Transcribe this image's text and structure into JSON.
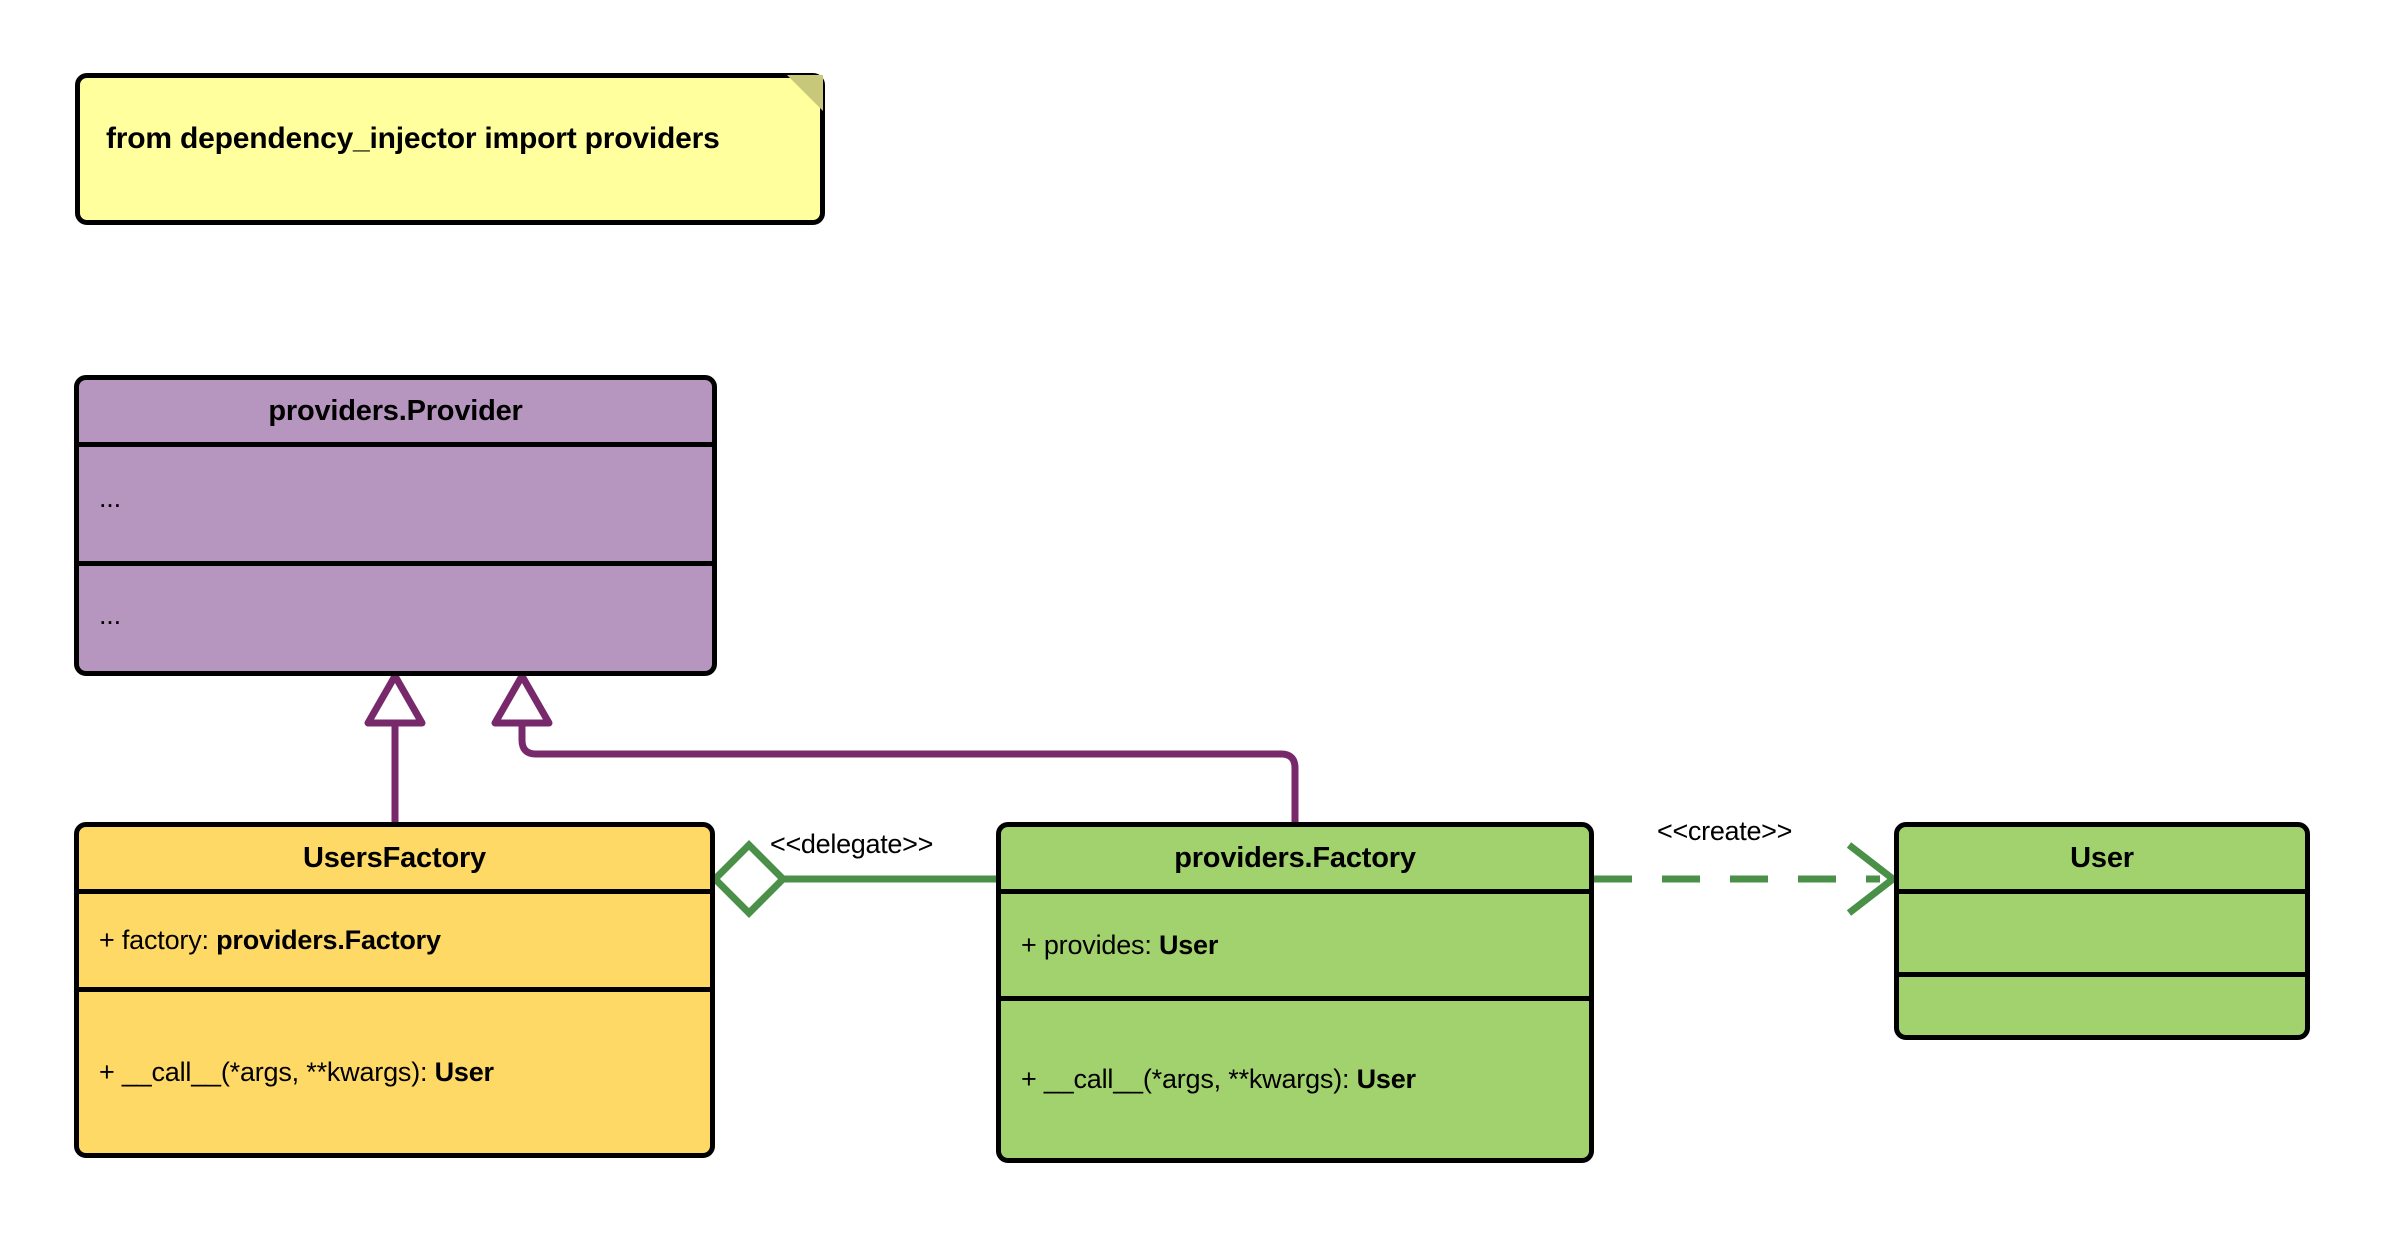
{
  "diagram": {
    "type": "uml-class-diagram",
    "title": "UsersFactory delegation to providers.Factory",
    "background": "#ffffff",
    "colors": {
      "note_fill": "#FFFF9E",
      "note_fold": "#C8C87A",
      "provider_fill": "#B695BF",
      "users_factory_fill": "#FFD966",
      "factory_fill": "#A2D26E",
      "user_fill": "#A2D26E",
      "border": "#000000",
      "inheritance_line": "#78296B",
      "association_line": "#4A9048"
    }
  },
  "note": {
    "name": "import-note",
    "text": "from dependency_injector import providers"
  },
  "classes": [
    {
      "id": "providers-provider",
      "title": "providers.Provider",
      "theme": "purple",
      "sections": [
        {
          "text": "...",
          "style": "dots"
        },
        {
          "text": "...",
          "style": "dots"
        }
      ]
    },
    {
      "id": "users-factory",
      "title": "UsersFactory",
      "theme": "yellow",
      "sections": [
        {
          "prefix": "+ factory: ",
          "bold": "providers.Factory"
        },
        {
          "prefix": "+ __call__(*args, **kwargs): ",
          "bold": "User"
        }
      ]
    },
    {
      "id": "providers-factory",
      "title": "providers.Factory",
      "theme": "green",
      "sections": [
        {
          "prefix": "+ provides: ",
          "bold": "User"
        },
        {
          "prefix": "+ __call__(*args, **kwargs): ",
          "bold": "User"
        }
      ]
    },
    {
      "id": "user",
      "title": "User",
      "theme": "green",
      "sections": [
        {
          "text": ""
        },
        {
          "text": ""
        }
      ]
    }
  ],
  "relationships": [
    {
      "id": "users-factory-inherits-provider",
      "kind": "generalization",
      "from": "UsersFactory",
      "to": "providers.Provider",
      "label": ""
    },
    {
      "id": "providers-factory-inherits-provider",
      "kind": "generalization",
      "from": "providers.Factory",
      "to": "providers.Provider",
      "label": ""
    },
    {
      "id": "users-factory-delegates-factory",
      "kind": "aggregation",
      "from": "UsersFactory",
      "to": "providers.Factory",
      "label": "<<delegate>>"
    },
    {
      "id": "factory-creates-user",
      "kind": "dependency",
      "from": "providers.Factory",
      "to": "User",
      "label": "<<create>>"
    }
  ]
}
